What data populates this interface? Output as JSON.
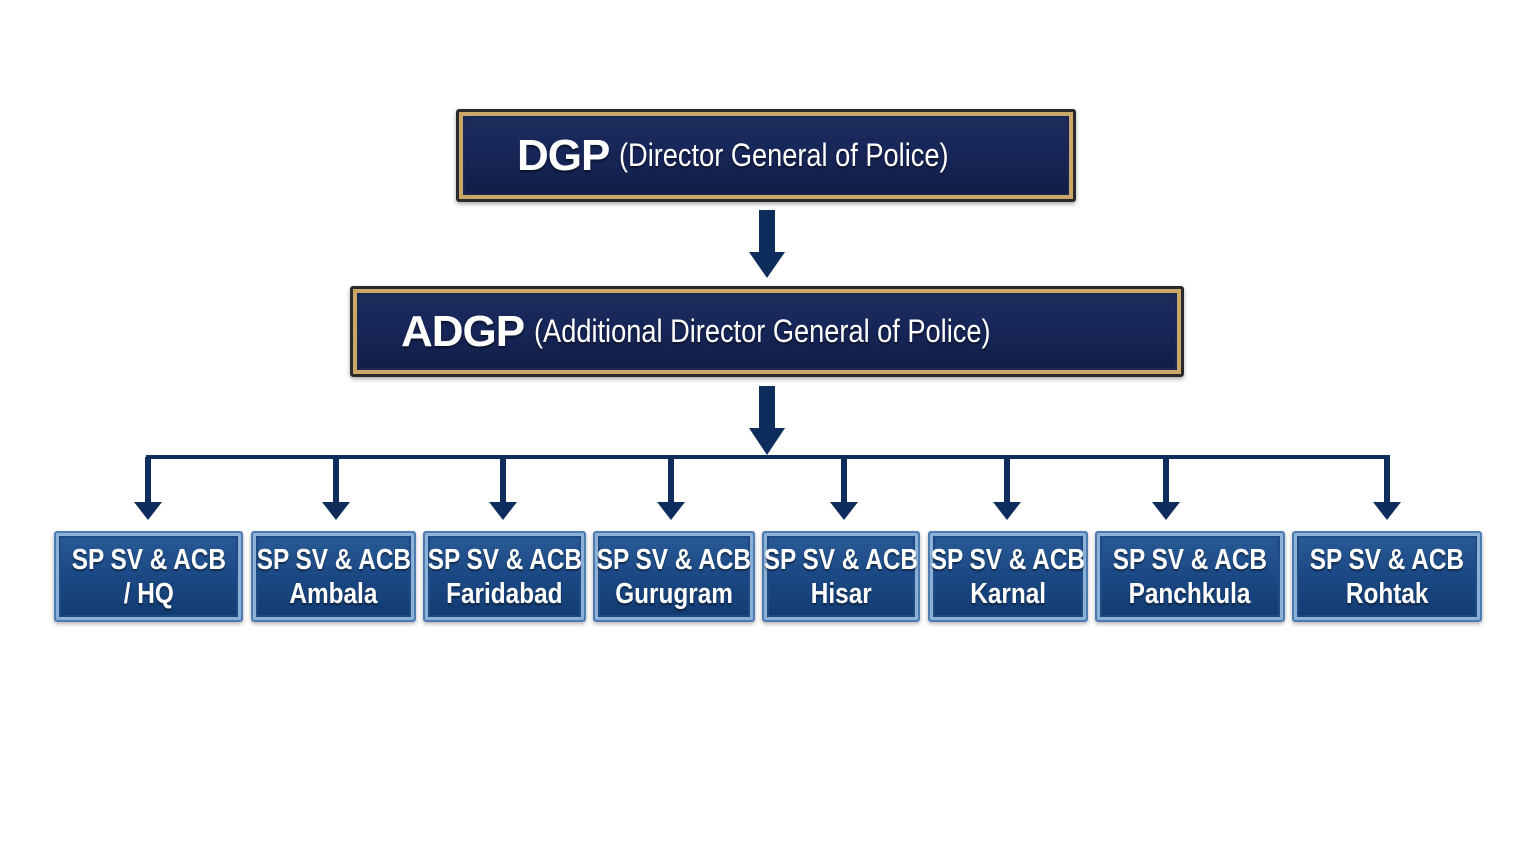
{
  "diagram": {
    "type": "org-chart",
    "colors": {
      "top_box_fill": "#18275a",
      "top_box_border": "#c9a86a",
      "leaf_fill": "#1c4a86",
      "leaf_border": "#8cb0d6",
      "arrow": "#0f2d5c",
      "background": "#ffffff"
    },
    "level1": {
      "abbr": "DGP",
      "full": "(Director General of Police)"
    },
    "level2": {
      "abbr": "ADGP",
      "full": "(Additional Director General of Police)"
    },
    "level3": [
      {
        "line1": "SP SV & ACB",
        "line2": "/ HQ"
      },
      {
        "line1": "SP SV & ACB",
        "line2": "Ambala"
      },
      {
        "line1": "SP SV & ACB",
        "line2": "Faridabad"
      },
      {
        "line1": "SP SV & ACB",
        "line2": "Gurugram"
      },
      {
        "line1": "SP SV & ACB",
        "line2": "Hisar"
      },
      {
        "line1": "SP SV & ACB",
        "line2": "Karnal"
      },
      {
        "line1": "SP SV & ACB",
        "line2": "Panchkula"
      },
      {
        "line1": "SP SV & ACB",
        "line2": "Rohtak"
      }
    ],
    "edges": [
      {
        "from": "DGP",
        "to": "ADGP"
      },
      {
        "from": "ADGP",
        "to": "SP SV & ACB / HQ"
      },
      {
        "from": "ADGP",
        "to": "SP SV & ACB Ambala"
      },
      {
        "from": "ADGP",
        "to": "SP SV & ACB Faridabad"
      },
      {
        "from": "ADGP",
        "to": "SP SV & ACB Gurugram"
      },
      {
        "from": "ADGP",
        "to": "SP SV & ACB Hisar"
      },
      {
        "from": "ADGP",
        "to": "SP SV & ACB Karnal"
      },
      {
        "from": "ADGP",
        "to": "SP SV & ACB Panchkula"
      },
      {
        "from": "ADGP",
        "to": "SP SV & ACB Rohtak"
      }
    ]
  }
}
